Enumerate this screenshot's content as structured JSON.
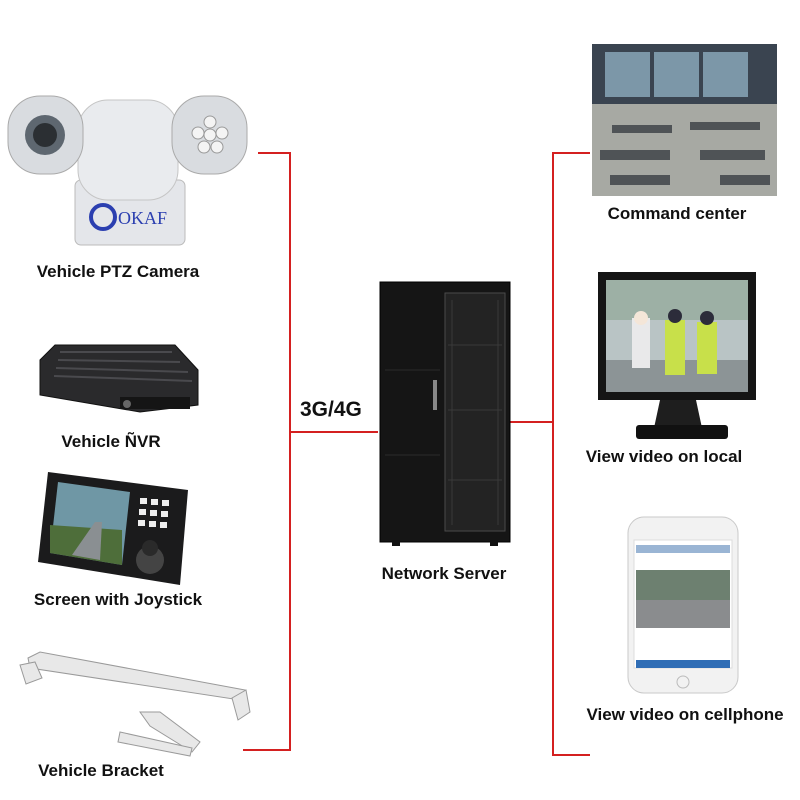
{
  "left_devices": [
    {
      "label": "Vehicle PTZ Camera",
      "logo": "OKAF"
    },
    {
      "label": "Vehicle ÑVR"
    },
    {
      "label": "Screen with Joystick"
    },
    {
      "label": "Vehicle Bracket"
    }
  ],
  "center": {
    "label": "Network Server",
    "link_label": "3G/4G"
  },
  "right_devices": [
    {
      "label": "Command center"
    },
    {
      "label": "View video on local"
    },
    {
      "label": "View video on cellphone"
    }
  ],
  "colors": {
    "connector": "#d42020",
    "text": "#111111"
  }
}
